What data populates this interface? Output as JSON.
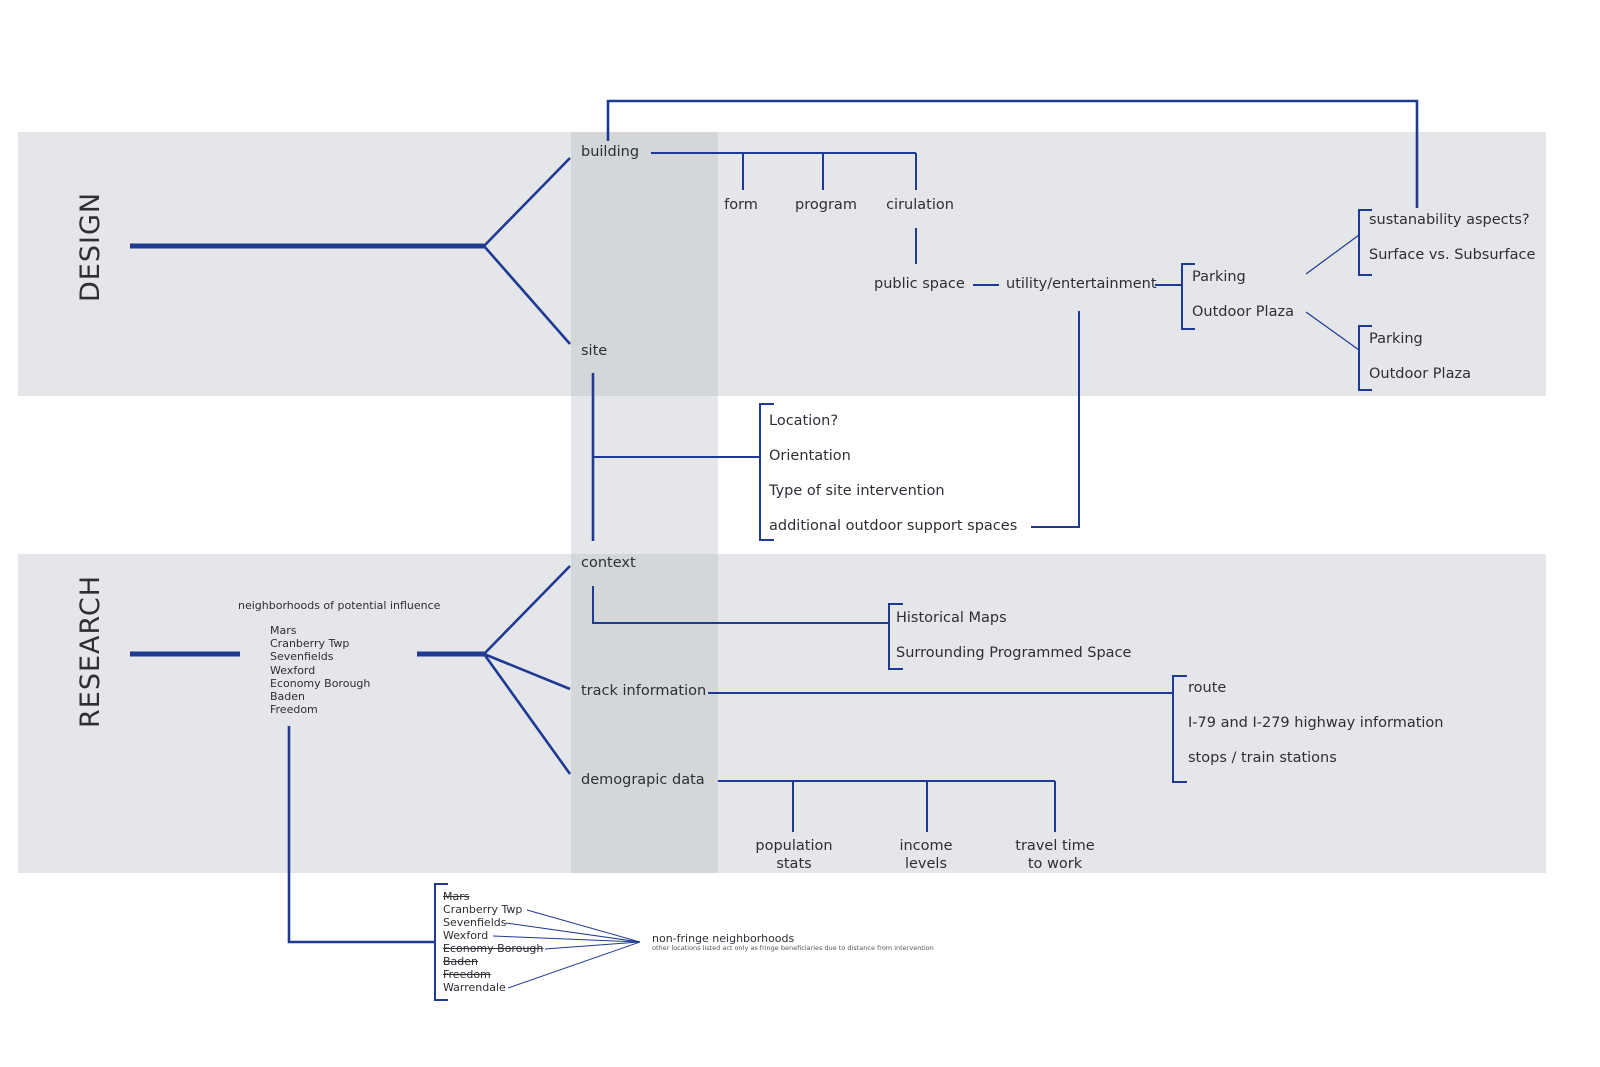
{
  "sections": {
    "design": "DESIGN",
    "research": "RESEARCH"
  },
  "design": {
    "building": "building",
    "building_children": [
      "form",
      "program",
      "cirulation"
    ],
    "public_space": "public space",
    "utility": "utility/entertainment",
    "utility_children": [
      "Parking",
      "Outdoor Plaza"
    ],
    "parking_children": [
      "sustanability aspects?",
      "Surface vs. Subsurface"
    ],
    "plaza_children": [
      "Parking",
      "Outdoor Plaza"
    ],
    "site": "site",
    "site_children": [
      "Location?",
      "Orientation",
      "Type of site intervention",
      "additional outdoor support spaces"
    ]
  },
  "research": {
    "neighborhoods_title": "neighborhoods of potential influence",
    "neighborhoods": [
      "Mars",
      "Cranberry Twp",
      "Sevenfields",
      "Wexford",
      "Economy Borough",
      "Baden",
      "Freedom"
    ],
    "context": "context",
    "context_children": [
      "Historical Maps",
      "Surrounding Programmed Space"
    ],
    "track": "track information",
    "track_children": [
      "route",
      "I-79 and I-279 highway information",
      "stops / train stations"
    ],
    "demographic": "demograpic data",
    "demographic_children": [
      "population stats",
      "income levels",
      "travel time to work"
    ]
  },
  "fringe": {
    "list": [
      {
        "name": "Mars",
        "struck": true
      },
      {
        "name": "Cranberry Twp",
        "struck": false
      },
      {
        "name": "Sevenfields",
        "struck": false
      },
      {
        "name": "Wexford",
        "struck": false
      },
      {
        "name": "Economy Borough",
        "struck": true
      },
      {
        "name": "Baden",
        "struck": true
      },
      {
        "name": "Freedom",
        "struck": true
      },
      {
        "name": "Warrendale",
        "struck": false
      }
    ],
    "title": "non-fringe neighborhoods",
    "note": "other locations listed act only as fringe beneficiaries due to distance from intervention"
  },
  "colors": {
    "line": "#1f3a93",
    "band": "#e4e6e9",
    "column": "#d1d4d7",
    "text": "#2e2e36"
  },
  "icons": []
}
